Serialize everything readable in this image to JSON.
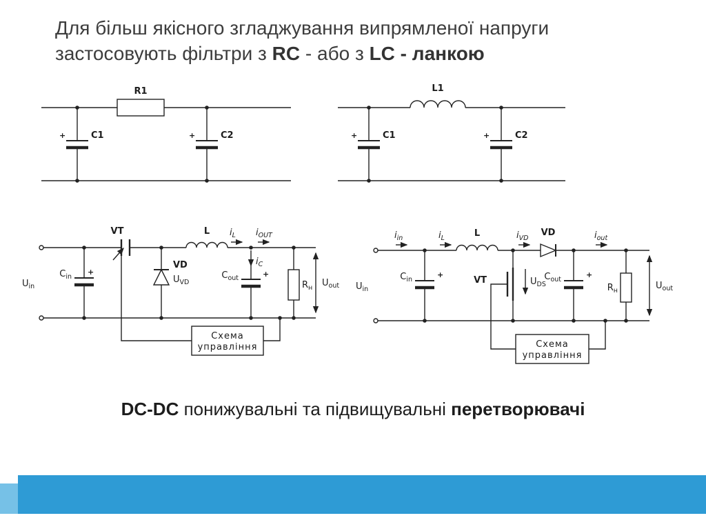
{
  "title": {
    "line1": "Для більш якісного згладжування випрямленої напруги",
    "line2_t1": "застосовують фільтри з ",
    "line2_b1": "RC",
    "line2_t2": " - або з ",
    "line2_b2": "LC - ланкою"
  },
  "caption": {
    "b1": "DC-DC",
    "t1": " понижувальні та підвищувальні ",
    "b2": "перетворювачі"
  },
  "rc_filter": {
    "r1": "R1",
    "c1": "C1",
    "c2": "C2",
    "plus1": "+",
    "plus2": "+"
  },
  "lc_filter": {
    "l1": "L1",
    "c1": "C1",
    "c2": "C2",
    "plus1": "+",
    "plus2": "+"
  },
  "buck": {
    "uin": {
      "m": "U",
      "s": "in"
    },
    "cin": {
      "m": "C",
      "s": "in"
    },
    "vt": "VT",
    "vd": "VD",
    "uvd": {
      "m": "U",
      "s": "VD"
    },
    "l": "L",
    "il": {
      "m": "i",
      "s": "L"
    },
    "iout": {
      "m": "i",
      "s": "OUT"
    },
    "ic": {
      "m": "i",
      "s": "C"
    },
    "cout": {
      "m": "C",
      "s": "out"
    },
    "plus_cin": "+",
    "plus_cout": "+",
    "rn": {
      "m": "R",
      "s": "н"
    },
    "uout": {
      "m": "U",
      "s": "out"
    },
    "ctrl1": "Схема",
    "ctrl2": "управління"
  },
  "boost": {
    "uin": {
      "m": "U",
      "s": "in"
    },
    "iin": {
      "m": "i",
      "s": "in"
    },
    "cin": {
      "m": "C",
      "s": "in"
    },
    "il": {
      "m": "i",
      "s": "L"
    },
    "l": "L",
    "vt": "VT",
    "uds": {
      "m": "U",
      "s": "DS"
    },
    "ivd": {
      "m": "i",
      "s": "VD"
    },
    "vd": "VD",
    "cout": {
      "m": "C",
      "s": "out"
    },
    "plus_cin": "+",
    "plus_cout": "+",
    "iout": {
      "m": "i",
      "s": "out"
    },
    "rn": {
      "m": "R",
      "s": "н"
    },
    "uout": {
      "m": "U",
      "s": "out"
    },
    "ctrl1": "Схема",
    "ctrl2": "управління"
  },
  "colors": {
    "footer_bar": "#2e9bd5",
    "footer_accent": "#76c1e7"
  }
}
